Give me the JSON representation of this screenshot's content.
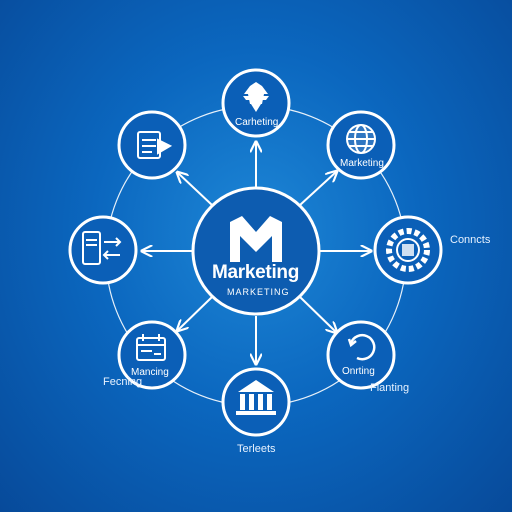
{
  "center": {
    "title": "Marketing",
    "subtitle": "MARKETING",
    "icon": "m-logo-icon"
  },
  "nodes": [
    {
      "id": "top",
      "label": "Carheting",
      "icon": "rocket-icon"
    },
    {
      "id": "top-right",
      "label": "Marketing",
      "icon": "globe-icon"
    },
    {
      "id": "right",
      "label": "",
      "icon": "cog-ring-icon",
      "outer_label": "Conncts"
    },
    {
      "id": "bottom-right",
      "label": "Onrting",
      "icon": "refresh-icon",
      "outer_label": "Fianting"
    },
    {
      "id": "bottom",
      "label": "",
      "icon": "bank-icon",
      "outer_label": "Terleets"
    },
    {
      "id": "bottom-left",
      "label": "Mancing",
      "icon": "calendar-icon",
      "outer_label": "Fecning"
    },
    {
      "id": "left",
      "label": "",
      "icon": "mobile-transfer-icon"
    },
    {
      "id": "top-left",
      "label": "",
      "icon": "clipboard-arrow-icon"
    }
  ],
  "colors": {
    "stroke": "#ffffff",
    "bg_dark": "#074a9a",
    "bg_light": "#1d86d6"
  }
}
